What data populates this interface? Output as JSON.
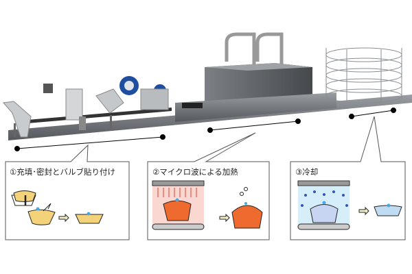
{
  "steps": [
    {
      "label": "①充填･密封とバルブ貼り付け"
    },
    {
      "label": "②マイクロ波による加熱"
    },
    {
      "label": "③冷却"
    }
  ],
  "colors": {
    "accent_blue": "#4aa8e0",
    "heat": "#e8502a",
    "food": "#f3d27a",
    "cool": "#cfeaf8"
  }
}
